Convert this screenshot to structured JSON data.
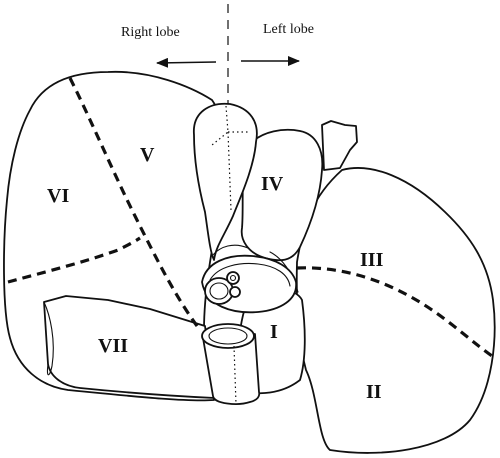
{
  "header": {
    "right_lobe_label": "Right lobe",
    "left_lobe_label": "Left lobe"
  },
  "segments": [
    {
      "id": "v",
      "label": "V"
    },
    {
      "id": "vi",
      "label": "VI"
    },
    {
      "id": "vii",
      "label": "VII"
    },
    {
      "id": "iv",
      "label": "IV"
    },
    {
      "id": "iii",
      "label": "III"
    },
    {
      "id": "i",
      "label": "I"
    },
    {
      "id": "ii",
      "label": "II"
    }
  ],
  "colors": {
    "ink": "#111111",
    "background": "#ffffff"
  }
}
